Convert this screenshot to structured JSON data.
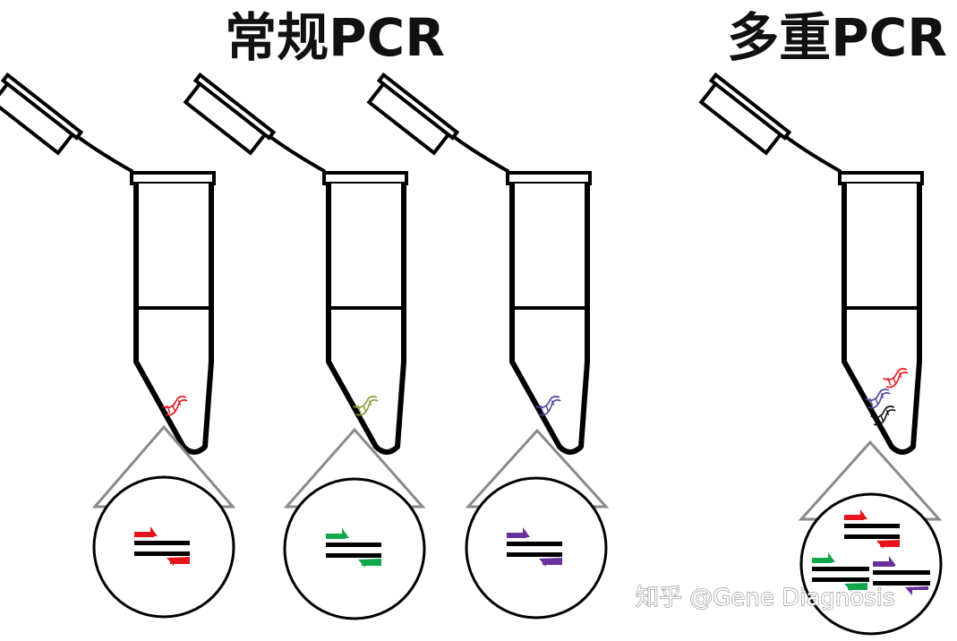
{
  "titles": {
    "conventional": "常规PCR",
    "multiplex": "多重PCR"
  },
  "watermark": "知乎 @Gene Diagnosis",
  "colors": {
    "red": "#e8141c",
    "green": "#10a84a",
    "purple": "#6a2f9a",
    "olive": "#8a9a3a",
    "navy": "#4a4a9a",
    "black": "#111111",
    "gray": "#8a8a8a"
  },
  "tubes": [
    {
      "group": "conventional",
      "primer_color": "red",
      "dna_icon": [
        "red"
      ]
    },
    {
      "group": "conventional",
      "primer_color": "green",
      "dna_icon": [
        "olive"
      ]
    },
    {
      "group": "conventional",
      "primer_color": "purple",
      "dna_icon": [
        "navy"
      ]
    },
    {
      "group": "multiplex",
      "primer_color": "mixed",
      "dna_icon": [
        "navy",
        "red",
        "black"
      ]
    }
  ]
}
